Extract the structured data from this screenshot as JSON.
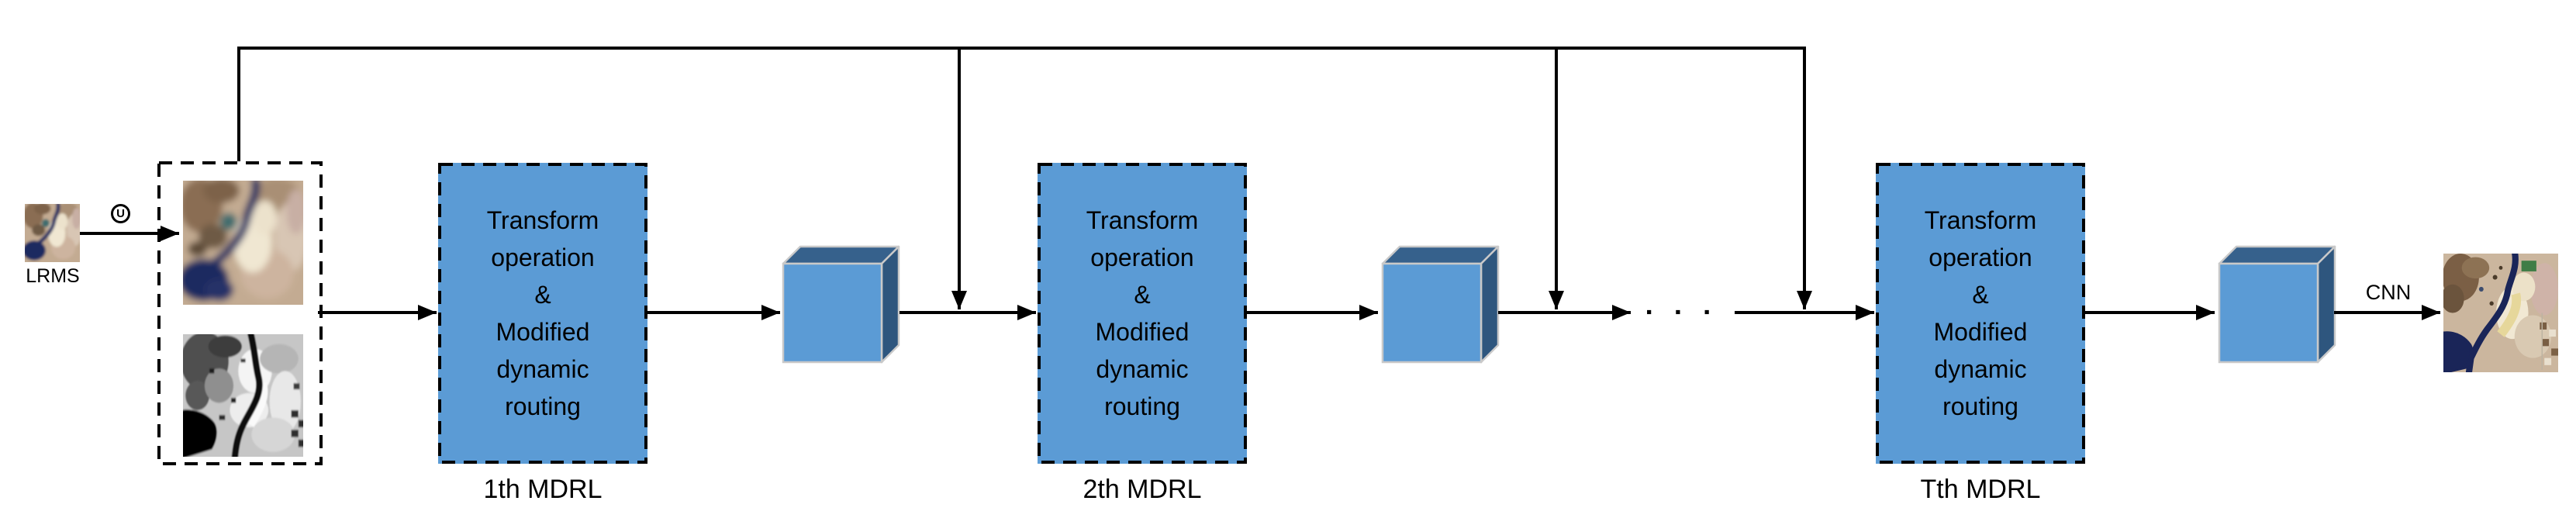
{
  "diagram": {
    "input": {
      "label": "LRMS",
      "upsample_symbol": "U"
    },
    "blocks": [
      {
        "text": "Transform\noperation\n&\nModified\ndynamic\nrouting",
        "caption": "1th MDRL"
      },
      {
        "text": "Transform\noperation\n&\nModified\ndynamic\nrouting",
        "caption": "2th MDRL"
      },
      {
        "text": "Transform\noperation\n&\nModified\ndynamic\nrouting",
        "caption": "Tth MDRL"
      }
    ],
    "ellipsis": "▪ ▪ ▪",
    "output": {
      "cnn_label": "CNN"
    },
    "colors": {
      "block_fill": "#5b9bd5",
      "cube_front": "#5b9bd5",
      "cube_top": "#36618c",
      "cube_side": "#2e567e",
      "cube_border": "#c9c9c9",
      "line": "#000000",
      "background": "#ffffff"
    }
  }
}
